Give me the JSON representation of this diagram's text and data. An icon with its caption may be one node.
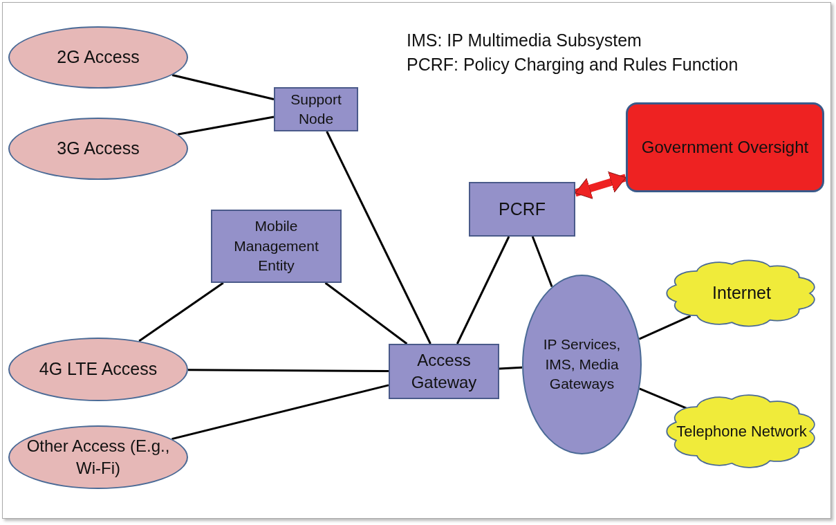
{
  "diagram": {
    "nodes": [
      {
        "text": [
          "2G Access"
        ]
      },
      {
        "text": [
          "3G Access"
        ]
      },
      {
        "text": [
          "Support Node"
        ]
      },
      {
        "text": [
          "Mobile Management Entity"
        ]
      },
      {
        "text": [
          "4G LTE Access"
        ]
      },
      {
        "text": [
          "Other Access (E.g., Wi-Fi)"
        ]
      },
      {
        "text": [
          "Access Gateway"
        ]
      },
      {
        "text": [
          "PCRF"
        ]
      },
      {
        "text": [
          "Government Oversight"
        ]
      },
      {
        "text": [
          "IP Services, IMS, Media Gateways"
        ]
      },
      {
        "text": [
          "Internet"
        ]
      },
      {
        "text": [
          "Telephone Network"
        ]
      }
    ],
    "edges": [
      {
        "from": 0,
        "to": 2,
        "arrow": "none"
      },
      {
        "from": 1,
        "to": 2,
        "arrow": "none"
      },
      {
        "from": 2,
        "to": 6,
        "arrow": "none"
      },
      {
        "from": 4,
        "to": 3,
        "arrow": "none"
      },
      {
        "from": 3,
        "to": 6,
        "arrow": "none"
      },
      {
        "from": 4,
        "to": 6,
        "arrow": "none"
      },
      {
        "from": 5,
        "to": 6,
        "arrow": "none"
      },
      {
        "from": 6,
        "to": 7,
        "arrow": "none"
      },
      {
        "from": 6,
        "to": 9,
        "arrow": "none"
      },
      {
        "from": 7,
        "to": 9,
        "arrow": "none"
      },
      {
        "from": 7,
        "to": 8,
        "arrow": "both",
        "style": "thick",
        "color": "#ee2222"
      },
      {
        "from": 9,
        "to": 10,
        "arrow": "none"
      },
      {
        "from": 9,
        "to": 11,
        "arrow": "none"
      }
    ],
    "labels": [
      "IMS: IP Multimedia Subsystem",
      "PCRF: Policy Charging and Rules Function"
    ]
  }
}
